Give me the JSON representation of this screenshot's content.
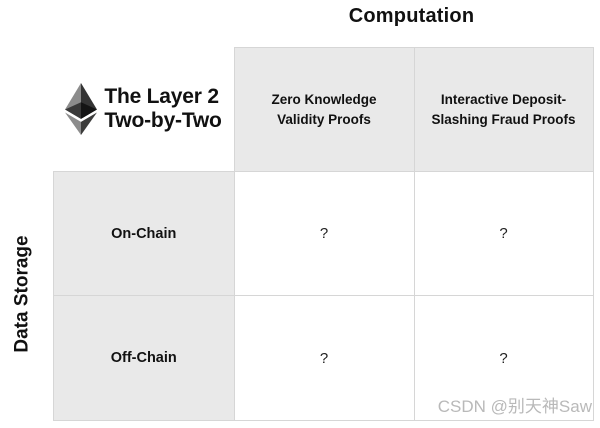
{
  "axes": {
    "computation_label": "Computation",
    "data_storage_label": "Data Storage"
  },
  "title": {
    "line1": "The Layer 2",
    "line2": "Two-by-Two",
    "logo": "ethereum-logo"
  },
  "matrix": {
    "columns": [
      "Zero Knowledge\nValidity Proofs",
      "Interactive Deposit-\nSlashing Fraud Proofs"
    ],
    "rows": [
      "On-Chain",
      "Off-Chain"
    ],
    "cells": [
      [
        "?",
        "?"
      ],
      [
        "?",
        "?"
      ]
    ]
  },
  "watermark": "CSDN @别天神Saw",
  "colors": {
    "cell_gray": "#e9e9e9",
    "grid_border": "#d6d6d6",
    "text": "#111111",
    "watermark": "#b9b9b9"
  }
}
